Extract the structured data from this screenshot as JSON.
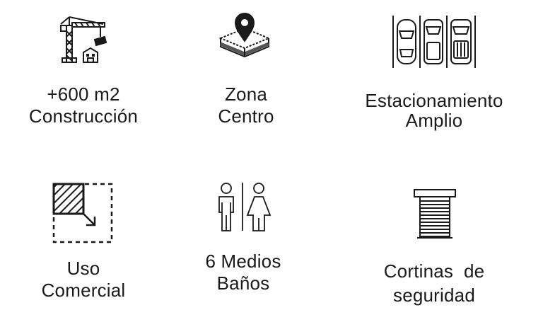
{
  "features": [
    {
      "id": "construction",
      "icon": "construction-crane-icon",
      "lines": [
        "+600 m2",
        "Construcción"
      ]
    },
    {
      "id": "location",
      "icon": "location-pin-icon",
      "lines": [
        "Zona",
        "Centro"
      ]
    },
    {
      "id": "parking",
      "icon": "parking-cars-icon",
      "lines": [
        "Estacionamiento",
        "Amplio"
      ]
    },
    {
      "id": "commercial",
      "icon": "commercial-area-icon",
      "lines": [
        "Uso",
        "Comercial"
      ]
    },
    {
      "id": "bathrooms",
      "icon": "restroom-icon",
      "lines": [
        "6 Medios",
        "Baños"
      ]
    },
    {
      "id": "shutters",
      "icon": "security-shutter-icon",
      "lines": [
        "Cortinas  de",
        "seguridad"
      ]
    }
  ]
}
